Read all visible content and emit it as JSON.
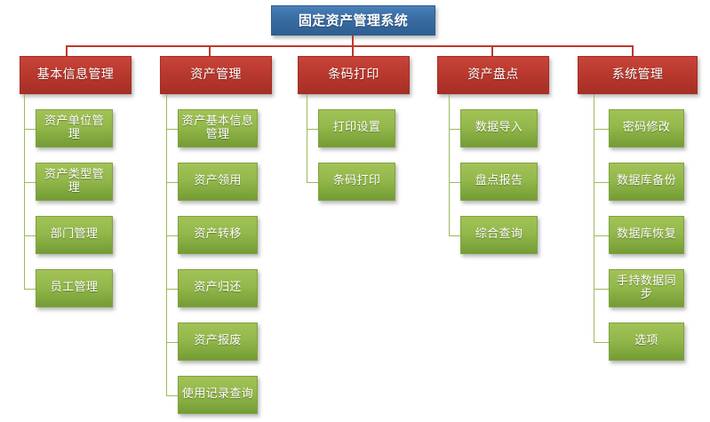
{
  "diagram": {
    "title": "固定资产管理系统",
    "type": "organization-chart",
    "colors": {
      "root": "#3a6ea5",
      "level2": "#bb3a2f",
      "level3": "#93b84b",
      "connector_red": "#c0392b",
      "connector_green": "#9cbb59",
      "background": "#ffffff",
      "text": "#ffffff"
    },
    "root": {
      "label": "固定资产管理系统"
    },
    "branches": [
      {
        "label": "基本信息管理",
        "children": [
          {
            "label": "资产单位管理"
          },
          {
            "label": "资产类型管理"
          },
          {
            "label": "部门管理"
          },
          {
            "label": "员工管理"
          }
        ]
      },
      {
        "label": "资产管理",
        "children": [
          {
            "label": "资产基本信息管理"
          },
          {
            "label": "资产领用"
          },
          {
            "label": "资产转移"
          },
          {
            "label": "资产归还"
          },
          {
            "label": "资产报废"
          },
          {
            "label": "使用记录查询"
          }
        ]
      },
      {
        "label": "条码打印",
        "children": [
          {
            "label": "打印设置"
          },
          {
            "label": "条码打印"
          }
        ]
      },
      {
        "label": "资产盘点",
        "children": [
          {
            "label": "数据导入"
          },
          {
            "label": "盘点报告"
          },
          {
            "label": "综合查询"
          }
        ]
      },
      {
        "label": "系统管理",
        "children": [
          {
            "label": "密码修改"
          },
          {
            "label": "数据库备份"
          },
          {
            "label": "数据库恢复"
          },
          {
            "label": "手持数据同步"
          },
          {
            "label": "选项"
          }
        ]
      }
    ]
  }
}
